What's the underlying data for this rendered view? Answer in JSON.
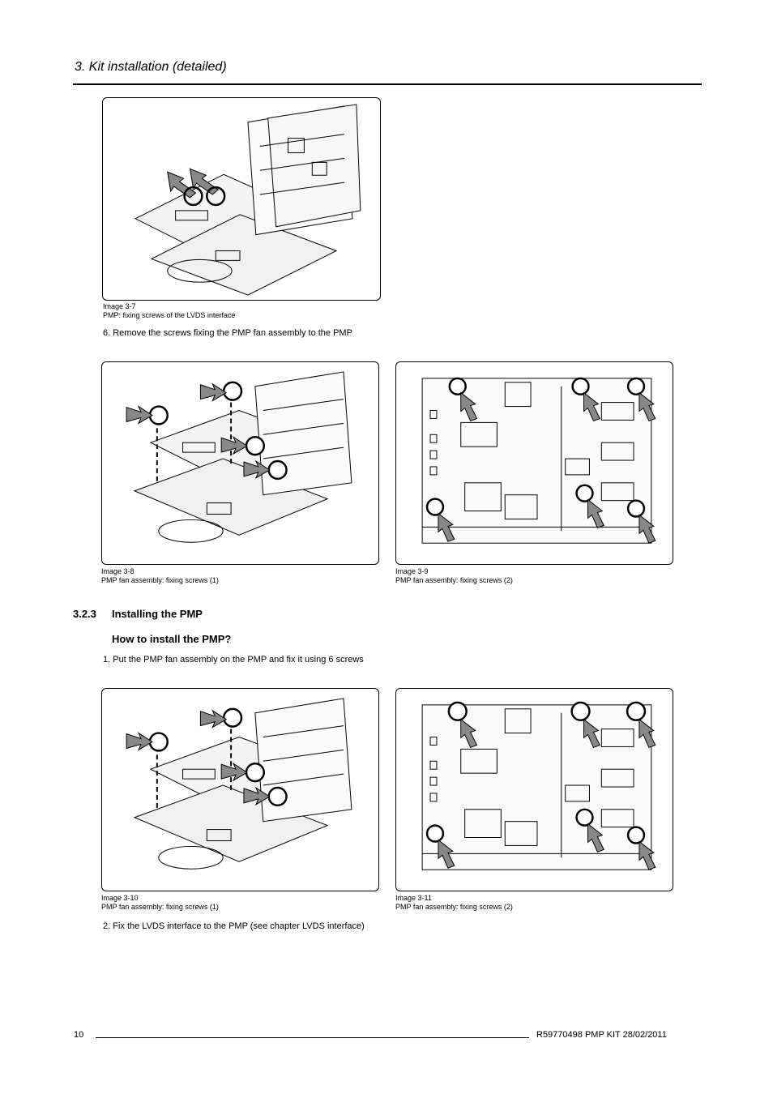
{
  "header": {
    "title": "3.  Kit installation (detailed)"
  },
  "figures": [
    {
      "id": "img-3-7",
      "label": "Image 3-7",
      "caption": "PMP: fixing screws of the LVDS interface"
    },
    {
      "id": "img-3-8",
      "label": "Image 3-8",
      "caption": "PMP fan assembly: fixing screws (1)"
    },
    {
      "id": "img-3-9",
      "label": "Image 3-9",
      "caption": "PMP fan assembly: fixing screws (2)"
    },
    {
      "id": "img-3-10",
      "label": "Image 3-10",
      "caption": "PMP fan assembly: fixing screws (1)"
    },
    {
      "id": "img-3-11",
      "label": "Image 3-11",
      "caption": "PMP fan assembly: fixing screws (2)"
    }
  ],
  "steps": {
    "remove": "6.  Remove the screws fixing the PMP fan assembly to the PMP",
    "put": "1.  Put the PMP fan assembly on the PMP and fix it using 6 screws",
    "fix": "2.  Fix the LVDS interface to the PMP (see chapter LVDS interface)"
  },
  "section": {
    "number": "3.2.3",
    "title": "Installing the PMP",
    "subtitle": "How to install the PMP?"
  },
  "footer": {
    "page": "10",
    "doc": "R59770498   PMP KIT  28/02/2011"
  }
}
